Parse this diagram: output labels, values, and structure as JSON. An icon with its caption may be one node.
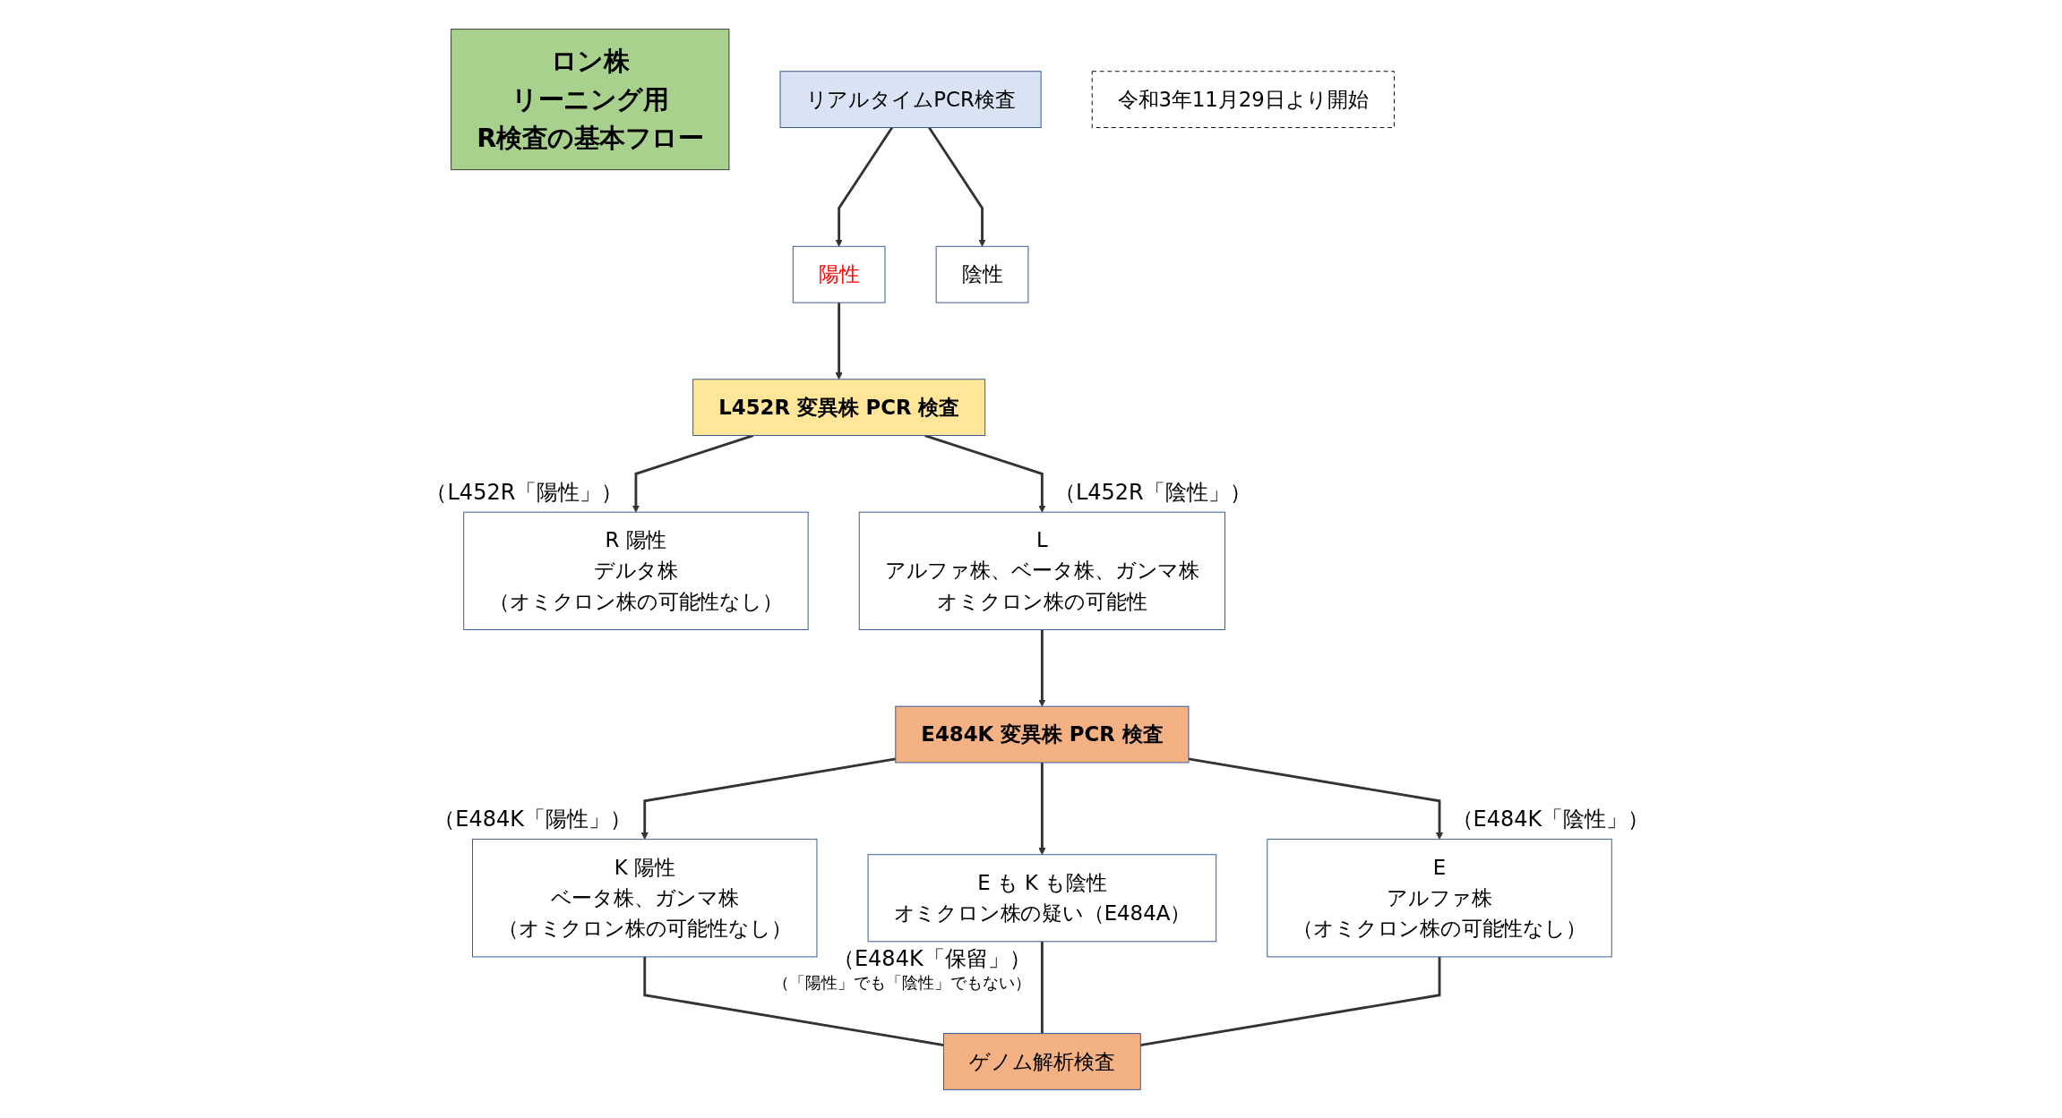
{
  "diagram": {
    "nodes": [
      {
        "text": [
          "ロン株",
          "リーニング用",
          "R検査の基本フロー"
        ]
      },
      {
        "text": [
          "リアルタイムPCR検査"
        ]
      },
      {
        "text": [
          "令和3年11月29日より開始"
        ]
      },
      {
        "text": [
          "陽性"
        ]
      },
      {
        "text": [
          "陰性"
        ]
      },
      {
        "text": [
          "L452R 変異株 PCR 検査"
        ]
      },
      {
        "text": [
          "R 陽性",
          "デルタ株",
          "（オミクロン株の可能性なし）"
        ],
        "beside": [
          "（L452R「陽性」）"
        ]
      },
      {
        "text": [
          "L",
          "アルファ株、ベータ株、ガンマ株",
          "オミクロン株の可能性"
        ],
        "beside": [
          "（L452R「陰性」）"
        ]
      },
      {
        "text": [
          "E484K 変異株 PCR 検査"
        ]
      },
      {
        "text": [
          "K 陽性",
          "ベータ株、ガンマ株",
          "（オミクロン株の可能性なし）"
        ],
        "beside": [
          "（E484K「陽性」）"
        ]
      },
      {
        "text": [
          "E も K も陰性",
          "オミクロン株の疑い（E484A）"
        ],
        "beside": [
          "（E484K「保留」）",
          "（「陽性」でも「陰性」でもない）"
        ]
      },
      {
        "text": [
          "E",
          "アルファ株",
          "（オミクロン株の可能性なし）"
        ],
        "beside": [
          "（E484K「陰性」）"
        ]
      },
      {
        "text": [
          "ゲノム解析検査"
        ]
      }
    ],
    "edges": [
      {
        "from": 1,
        "to": 3,
        "arrow": "to"
      },
      {
        "from": 1,
        "to": 4,
        "arrow": "to"
      },
      {
        "from": 3,
        "to": 5,
        "arrow": "to"
      },
      {
        "from": 5,
        "to": 6,
        "arrow": "to"
      },
      {
        "from": 5,
        "to": 7,
        "arrow": "to"
      },
      {
        "from": 7,
        "to": 8,
        "arrow": "to"
      },
      {
        "from": 8,
        "to": 9,
        "arrow": "to"
      },
      {
        "from": 8,
        "to": 10,
        "arrow": "to"
      },
      {
        "from": 8,
        "to": 11,
        "arrow": "to"
      },
      {
        "from": 9,
        "to": 12,
        "arrow": "none"
      },
      {
        "from": 10,
        "to": 12,
        "arrow": "none"
      },
      {
        "from": 11,
        "to": 12,
        "arrow": "none"
      }
    ]
  }
}
